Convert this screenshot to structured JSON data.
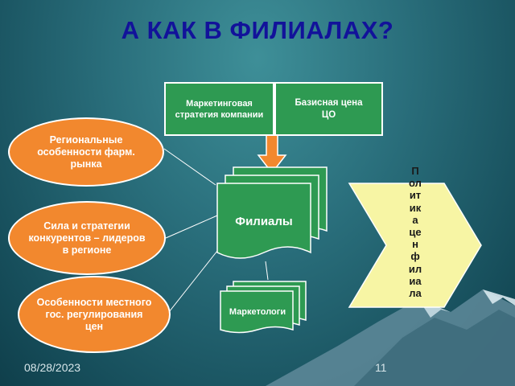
{
  "slide": {
    "title": "А КАК В ФИЛИАЛАХ?",
    "boxes": {
      "marketing_strategy": "Маркетинговая стратегия компании",
      "base_price": "Базисная цена ЦО",
      "branches": "Филиалы",
      "marketers": "Маркетологи"
    },
    "ovals": {
      "regional": "Региональные особенности фарм. рынка",
      "competitors": "Сила и стратегии конкурентов – лидеров в регионе",
      "regulation": "Особенности местного гос. регулирования цен"
    },
    "policy": "Политика цен филиала",
    "footer": {
      "date": "08/28/2023",
      "page": "11"
    }
  },
  "colors": {
    "background": "#2a6f7c",
    "title": "#12129a",
    "green_box": "#2e9a52",
    "orange_oval": "#f2882e",
    "chevron": "#f7f5a4"
  }
}
